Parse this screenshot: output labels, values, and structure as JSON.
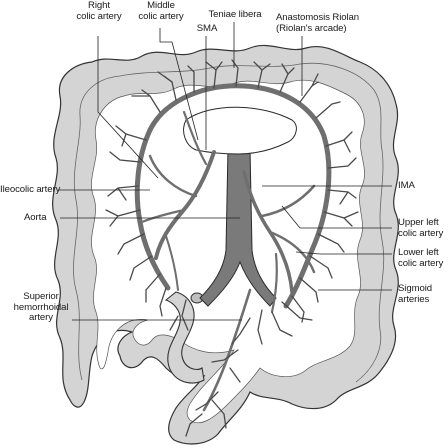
{
  "figure": {
    "labels": {
      "right_colic_artery": "Right\ncolic artery",
      "middle_colic_artery": "Middle\ncolic artery",
      "sma": "SMA",
      "teniae_libera": "Teniae libera",
      "anastomosis_riolan": "Anastomosis Riolan\n(Riolan's arcade)",
      "ileocolic_artery": "Ileocolic artery",
      "aorta": "Aorta",
      "ima": "IMA",
      "upper_left_colic_artery": "Upper left\ncolic artery",
      "lower_left_colic_artery": "Lower left\ncolic artery",
      "sigmoid_arteries": "Sigmoid\narteries",
      "superior_hemorrhoidal_artery": "Superior\nhemorrhoidal\nartery"
    },
    "colors": {
      "bowel_fill": "#d4d4d4",
      "bowel_inner": "#ffffff",
      "vessel_fill": "#6f6f6f",
      "vessel_stroke": "#2a2a2a",
      "outline": "#333333",
      "leader": "#222222"
    }
  }
}
